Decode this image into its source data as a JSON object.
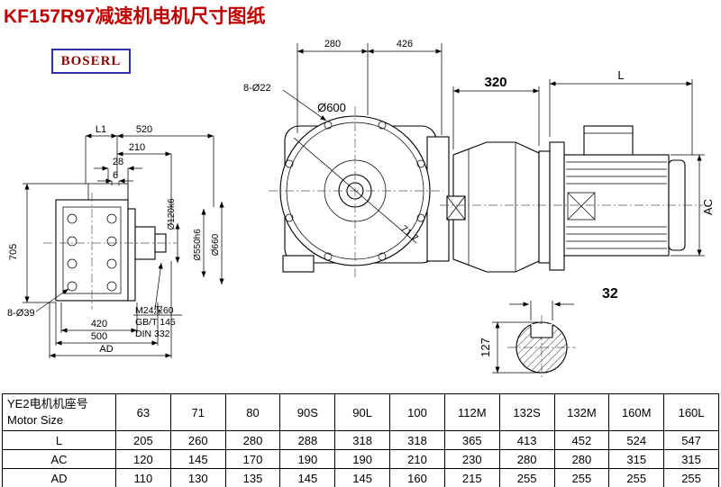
{
  "title": "KF157R97减速机电机尺寸图纸",
  "logo": "BOSERL",
  "colors": {
    "title_red": "#c00000",
    "logo_border_blue": "#2d2db0",
    "logo_text_maroon": "#8b0000"
  },
  "drawing": {
    "left_view": {
      "dim_L1": "L1",
      "dim_520": "520",
      "dim_210": "210",
      "dim_28": "28",
      "dim_6": "6",
      "dim_705": "705",
      "dim_8d39": "8-Ø39",
      "dim_420": "420",
      "dim_500": "500",
      "dim_AD": "AD",
      "dim_d120": "Ø120k6",
      "dim_d550": "Ø550h6",
      "dim_d660": "Ø660",
      "note_thread": "M24深60",
      "note_gbt": "GB/T 145",
      "note_din": "DIN 332"
    },
    "front_view": {
      "dim_280": "280",
      "dim_426": "426",
      "dim_8d22": "8-Ø22",
      "dim_d600": "Ø600",
      "dim_717": "71.7"
    },
    "side_view": {
      "dim_320": "320",
      "dim_L": "L",
      "dim_AC": "AC"
    },
    "shaft_view": {
      "dim_32": "32",
      "dim_127": "127"
    }
  },
  "table": {
    "header_cn": "YE2电机机座号",
    "header_en": "Motor Size",
    "sizes": [
      "63",
      "71",
      "80",
      "90S",
      "90L",
      "100",
      "112M",
      "132S",
      "132M",
      "160M",
      "160L"
    ],
    "rows": [
      {
        "label": "L",
        "values": [
          "205",
          "260",
          "280",
          "288",
          "318",
          "318",
          "365",
          "413",
          "452",
          "524",
          "547"
        ]
      },
      {
        "label": "AC",
        "values": [
          "120",
          "145",
          "170",
          "190",
          "190",
          "210",
          "230",
          "280",
          "280",
          "315",
          "315"
        ]
      },
      {
        "label": "AD",
        "values": [
          "110",
          "130",
          "135",
          "145",
          "145",
          "160",
          "215",
          "255",
          "255",
          "255",
          "255"
        ]
      }
    ]
  }
}
